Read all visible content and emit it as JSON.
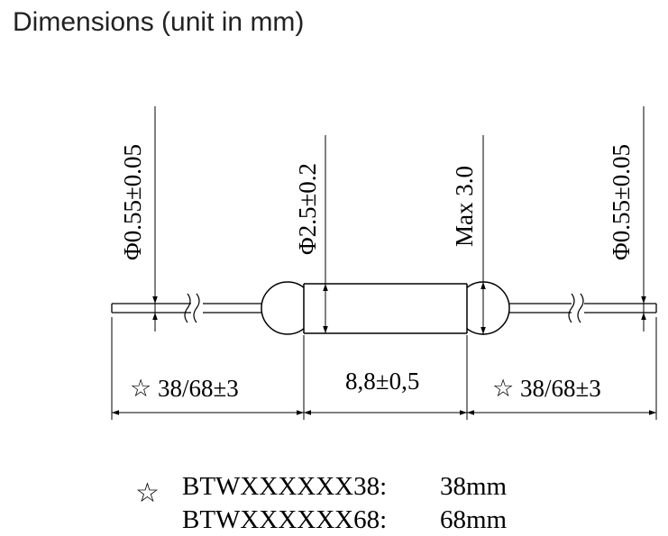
{
  "title": "Dimensions (unit in mm)",
  "labels": {
    "lead_diameter_left": "Φ0.55±0.05",
    "body_diameter": "Φ2.5±0.2",
    "max_diameter": "Max 3.0",
    "lead_diameter_right": "Φ0.55±0.05",
    "lead_length_left": "☆ 38/68±3",
    "body_length": "8,8±0,5",
    "lead_length_right": "☆ 38/68±3"
  },
  "notes": {
    "star": "☆",
    "rows": [
      {
        "model": "BTWXXXXXX38:",
        "value": "38mm"
      },
      {
        "model": "BTWXXXXXX68:",
        "value": "68mm"
      }
    ]
  }
}
